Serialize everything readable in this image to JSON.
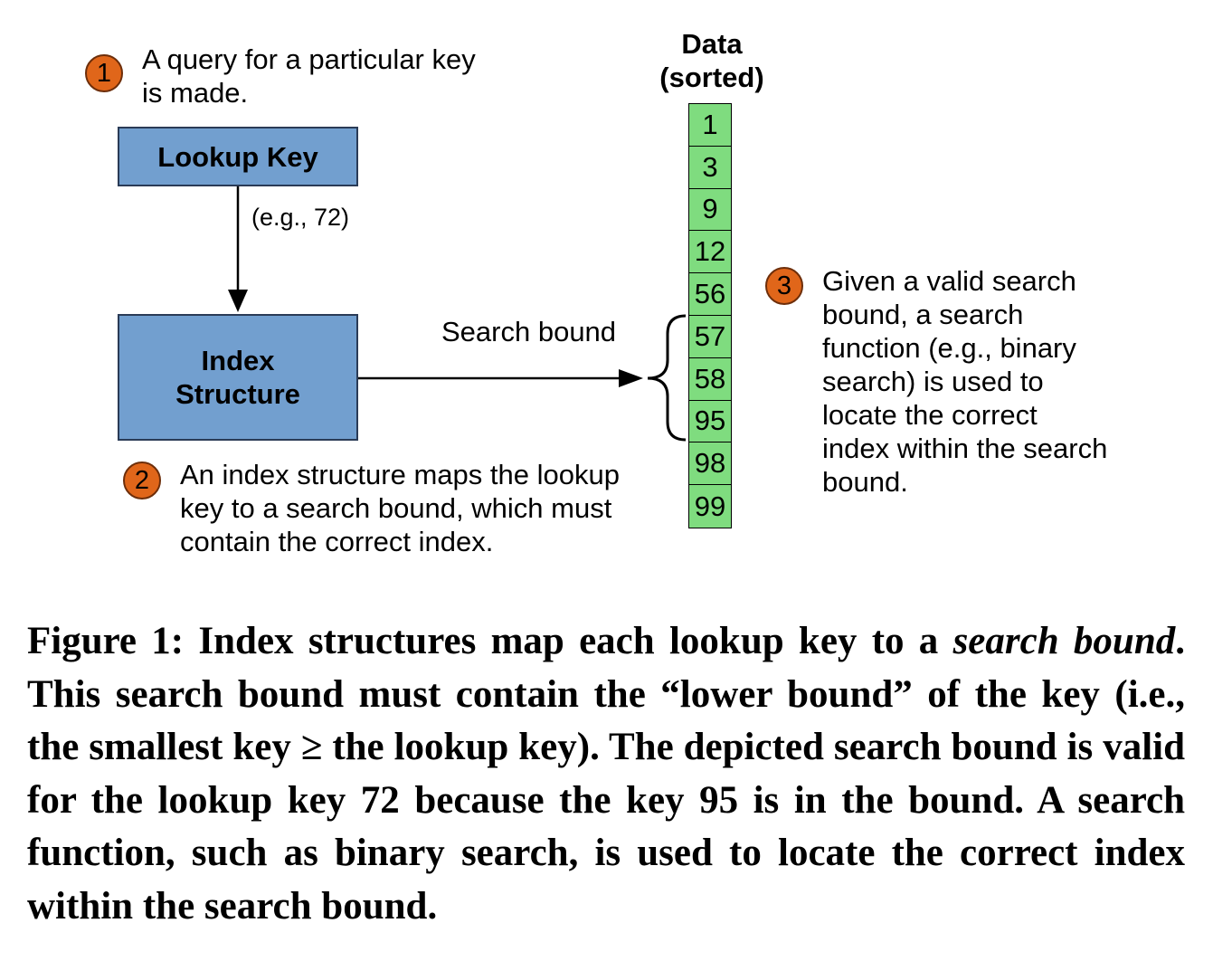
{
  "steps": [
    {
      "number": "1",
      "text": "A query for a particular key\nis made."
    },
    {
      "number": "2",
      "text": "An index structure maps the lookup\nkey to a search bound, which must\ncontain the correct index."
    },
    {
      "number": "3",
      "text": "Given a valid search\nbound, a search\nfunction (e.g., binary\nsearch) is used to\nlocate the correct\nindex within the search\nbound."
    }
  ],
  "boxes": {
    "lookup_key": "Lookup Key",
    "index_structure": "Index\nStructure"
  },
  "labels": {
    "example": "(e.g., 72)",
    "search_bound": "Search bound"
  },
  "data_array": {
    "title": "Data\n(sorted)",
    "values": [
      "1",
      "3",
      "9",
      "12",
      "56",
      "57",
      "58",
      "95",
      "98",
      "99"
    ],
    "search_bound_values": [
      "57",
      "58",
      "95"
    ]
  },
  "colors": {
    "box_fill": "#729fcf",
    "cell_fill": "#7fdc7f",
    "badge_fill": "#e0661a"
  },
  "caption": {
    "prefix": "Figure 1: Index structures map each lookup key to a ",
    "em1": "search bound",
    "part2": ". This search bound must contain the “lower bound” of the key (i.e., the smallest key ≥ the lookup key). The depicted search bound is valid for the lookup key 72 because the key 95 is in the bound. A search function, such as binary search, is used to locate the correct index within the search bound."
  }
}
